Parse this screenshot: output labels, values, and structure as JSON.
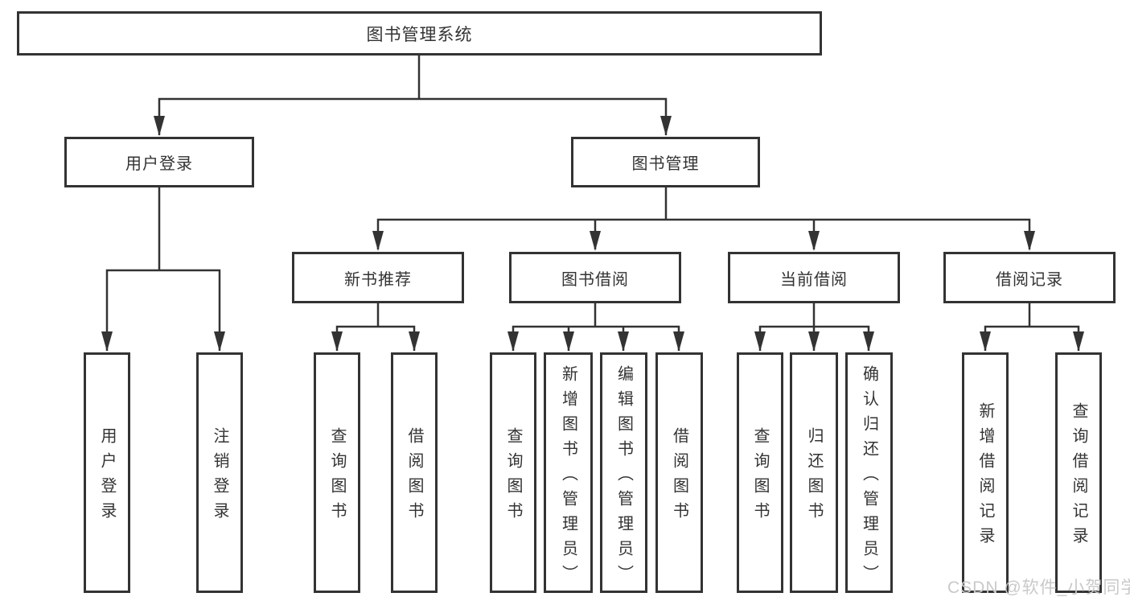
{
  "colors": {
    "line": "#333333",
    "text": "#333333",
    "watermark": "#c9c9c9",
    "background": "#ffffff"
  },
  "tree": {
    "root": {
      "label": "图书管理系统"
    },
    "branches": [
      {
        "label": "用户登录",
        "children": [
          {
            "label": "用户登录"
          },
          {
            "label": "注销登录"
          }
        ]
      },
      {
        "label": "图书管理",
        "children": [
          {
            "label": "新书推荐",
            "children": [
              {
                "label": "查询图书"
              },
              {
                "label": "借阅图书"
              }
            ]
          },
          {
            "label": "图书借阅",
            "children": [
              {
                "label": "查询图书"
              },
              {
                "label": "新增图书（管理员）"
              },
              {
                "label": "编辑图书（管理员）"
              },
              {
                "label": "借阅图书"
              }
            ]
          },
          {
            "label": "当前借阅",
            "children": [
              {
                "label": "查询图书"
              },
              {
                "label": "归还图书"
              },
              {
                "label": "确认归还（管理员）"
              }
            ]
          },
          {
            "label": "借阅记录",
            "children": [
              {
                "label": "新增借阅记录"
              },
              {
                "label": "查询借阅记录"
              }
            ]
          }
        ]
      }
    ]
  },
  "watermark": {
    "text": "CSDN @软件_小贺同学"
  }
}
